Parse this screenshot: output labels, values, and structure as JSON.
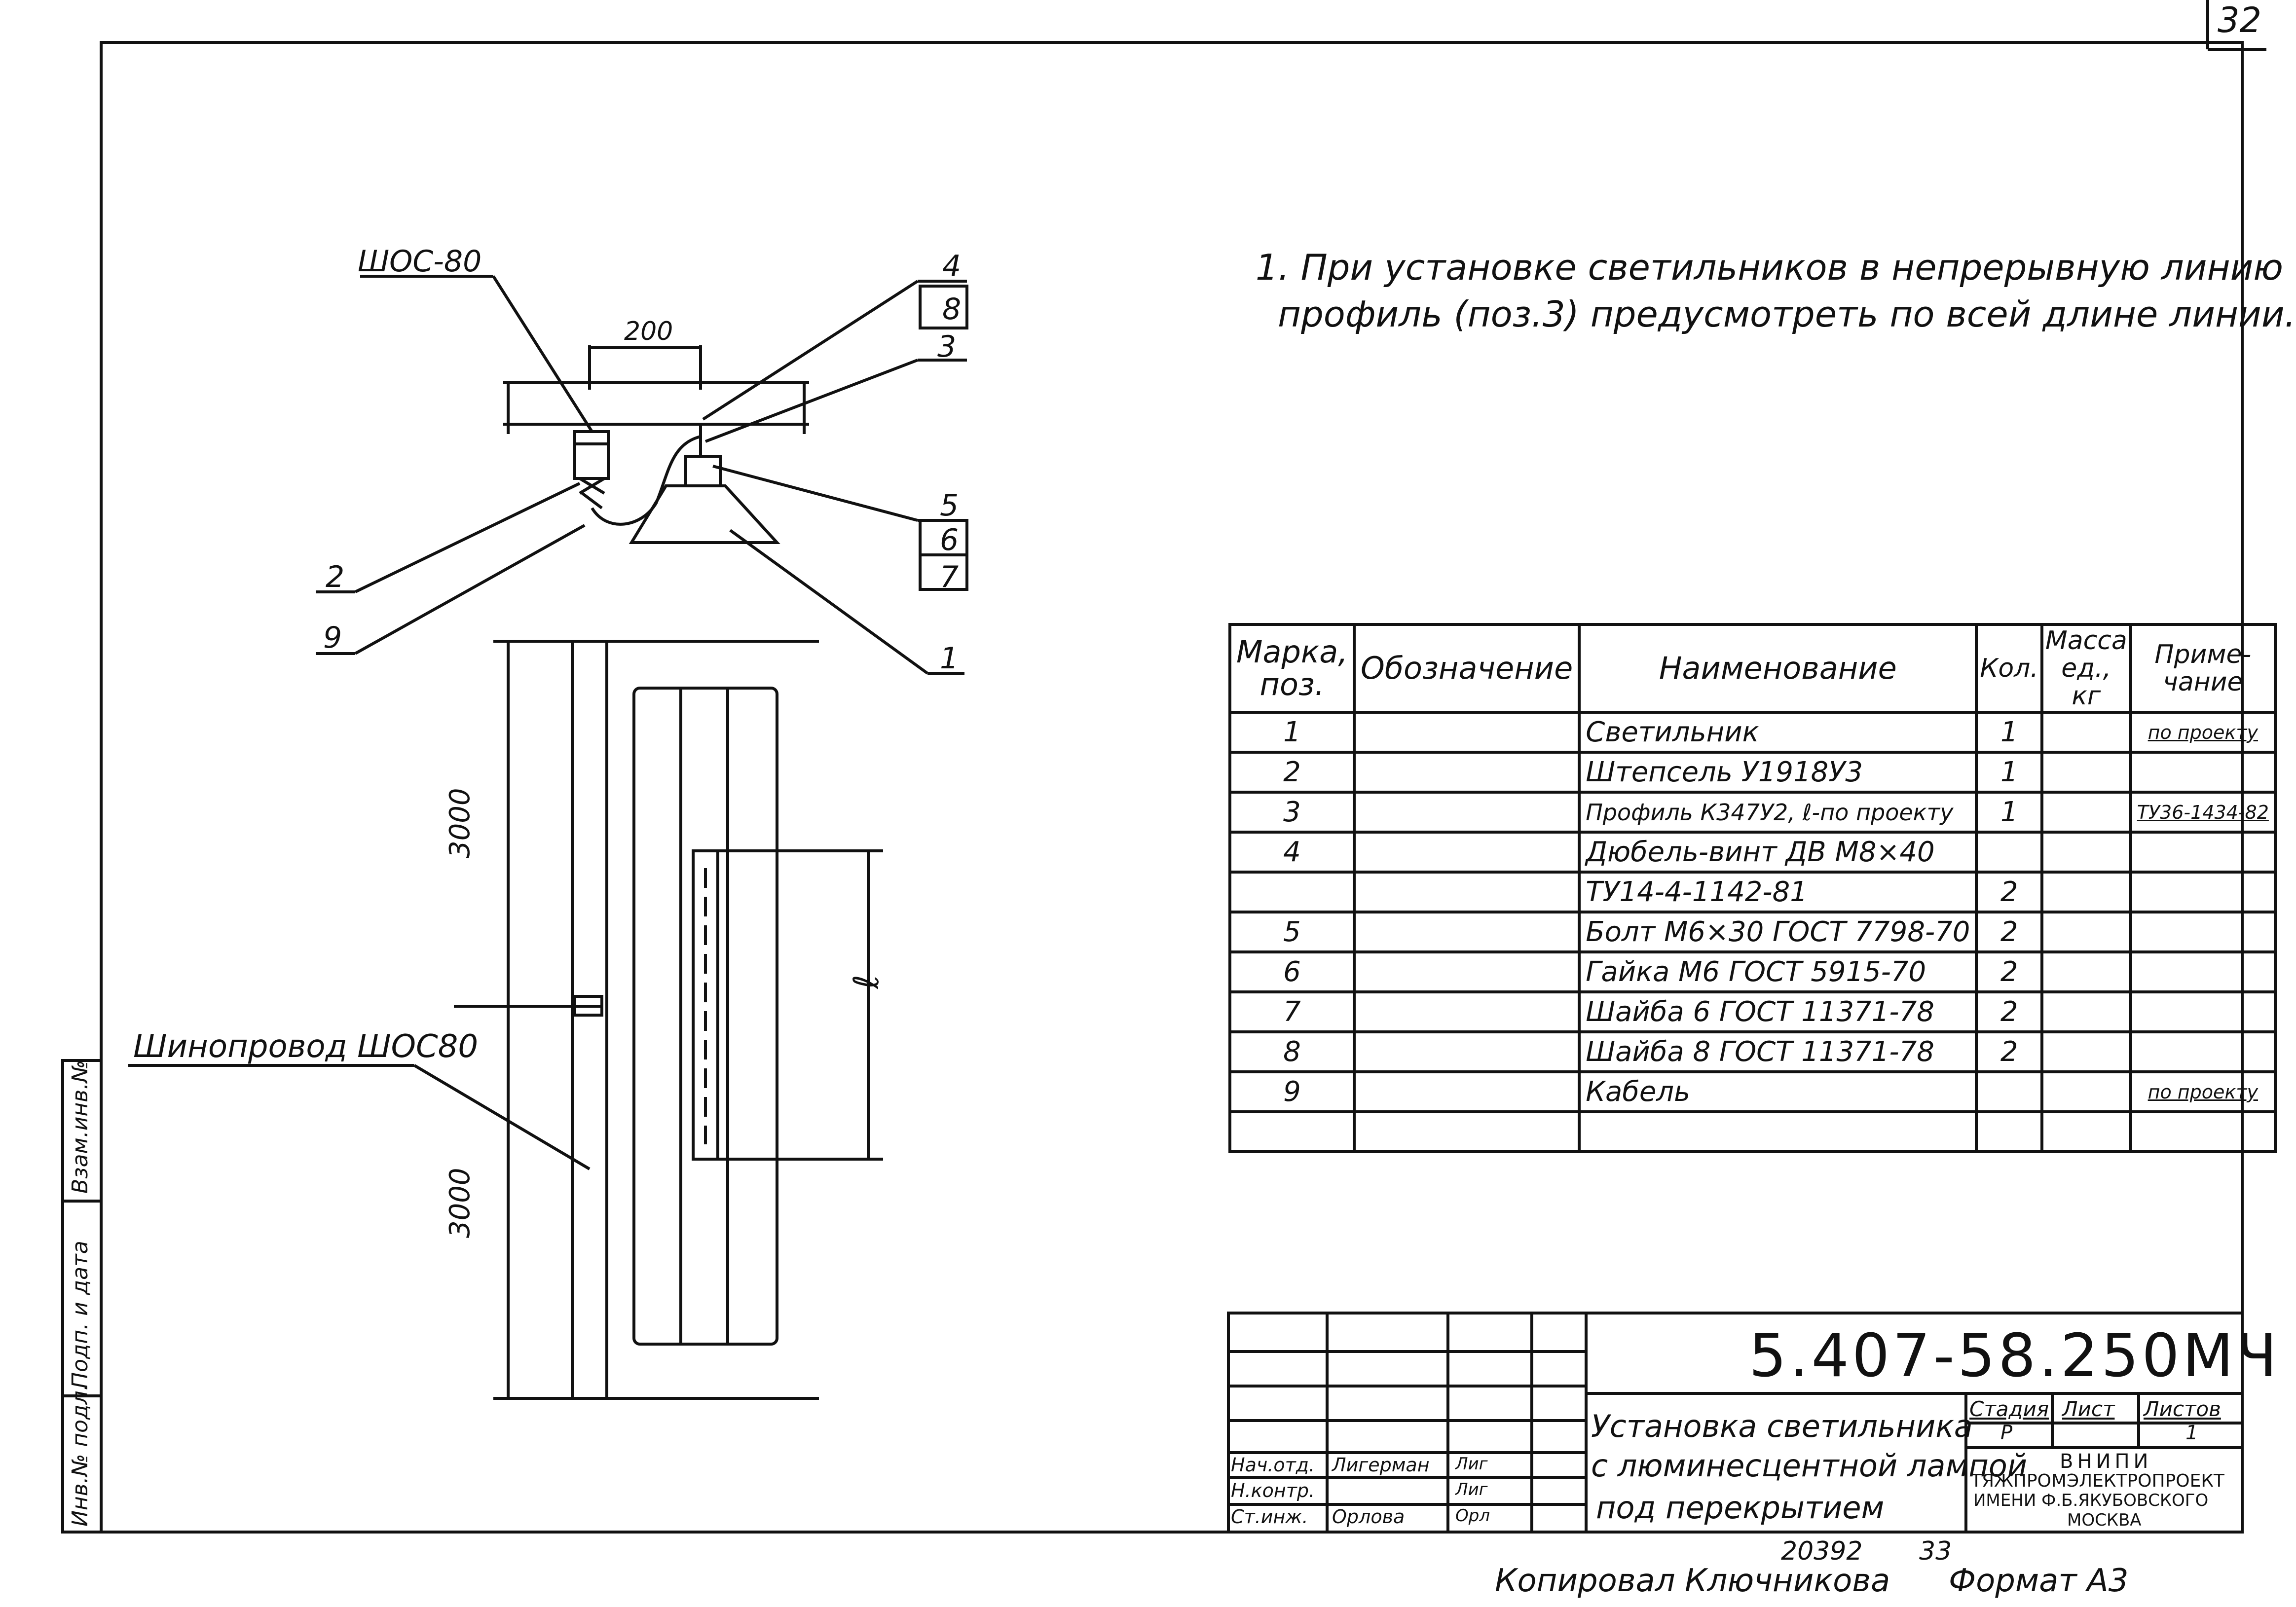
{
  "sheet_number": "32",
  "note": {
    "line1": "1. При установке светильников в непрерывную линию",
    "line2": "профиль (поз.3) предусмотреть по всей длине линии."
  },
  "drawing": {
    "top_view_label": "ШОС-80",
    "dim_200": "200",
    "callouts": [
      "2",
      "9",
      "4",
      "8",
      "3",
      "5",
      "6",
      "7",
      "1"
    ],
    "dim_3000_upper": "3000",
    "dim_3000_lower": "3000",
    "dim_l": "ℓ",
    "busbar_label": "Шинопровод ШОС80"
  },
  "spec_table": {
    "headers": [
      "Марка, поз.",
      "Обозначение",
      "Наименование",
      "Кол.",
      "Масса ед., кг",
      "Приме- чание"
    ],
    "rows": [
      {
        "pos": "1",
        "code": "",
        "name": "Светильник",
        "qty": "1",
        "mass": "",
        "note": "по проекту"
      },
      {
        "pos": "2",
        "code": "",
        "name": "Штепсель У1918У3",
        "qty": "1",
        "mass": "",
        "note": ""
      },
      {
        "pos": "3",
        "code": "",
        "name": "Профиль К347У2, ℓ-по проекту",
        "qty": "1",
        "mass": "",
        "note": "ТУ36-1434-82"
      },
      {
        "pos": "4",
        "code": "",
        "name": "Дюбель-винт ДВ М8×40",
        "qty": "",
        "mass": "",
        "note": ""
      },
      {
        "pos": "",
        "code": "",
        "name": "ТУ14-4-1142-81",
        "qty": "2",
        "mass": "",
        "note": ""
      },
      {
        "pos": "5",
        "code": "",
        "name": "Болт М6×30 ГОСТ 7798-70",
        "qty": "2",
        "mass": "",
        "note": ""
      },
      {
        "pos": "6",
        "code": "",
        "name": "Гайка М6 ГОСТ 5915-70",
        "qty": "2",
        "mass": "",
        "note": ""
      },
      {
        "pos": "7",
        "code": "",
        "name": "Шайба 6 ГОСТ 11371-78",
        "qty": "2",
        "mass": "",
        "note": ""
      },
      {
        "pos": "8",
        "code": "",
        "name": "Шайба 8 ГОСТ 11371-78",
        "qty": "2",
        "mass": "",
        "note": ""
      },
      {
        "pos": "9",
        "code": "",
        "name": "Кабель",
        "qty": "",
        "mass": "",
        "note": "по проекту"
      },
      {
        "pos": "",
        "code": "",
        "name": "",
        "qty": "",
        "mass": "",
        "note": ""
      }
    ]
  },
  "title_block": {
    "doc_code": "5.407-58.250МЧ",
    "title_line1": "Установка светильника",
    "title_line2": "с люминесцентной лампой",
    "title_line3": "под перекрытием",
    "stage_label": "Стадия",
    "sheet_label": "Лист",
    "sheets_label": "Листов",
    "stage_value": "Р",
    "sheets_value": "1",
    "org_line1": "ВНИПИ",
    "org_line2": "ТЯЖПРОМЭЛЕКТРОПРОЕКТ",
    "org_line3": "ИМЕНИ Ф.Б.ЯКУБОВСКОГО",
    "org_line4": "МОСКВА",
    "roles": [
      {
        "role": "Нач.отд.",
        "name": "Лигерман",
        "sign": "Лиг"
      },
      {
        "role": "Н.контр.",
        "name": "",
        "sign": "Лиг"
      },
      {
        "role": "Ст.инж.",
        "name": "Орлова",
        "sign": "Орл"
      }
    ]
  },
  "side_stamp": [
    "Взам.инв.№",
    "Подп. и дата",
    "Инв.№ подл."
  ],
  "footer": {
    "number": "20392",
    "sheet": "33",
    "copied": "Копировал",
    "copier": "Ключникова",
    "format": "Формат А3"
  }
}
